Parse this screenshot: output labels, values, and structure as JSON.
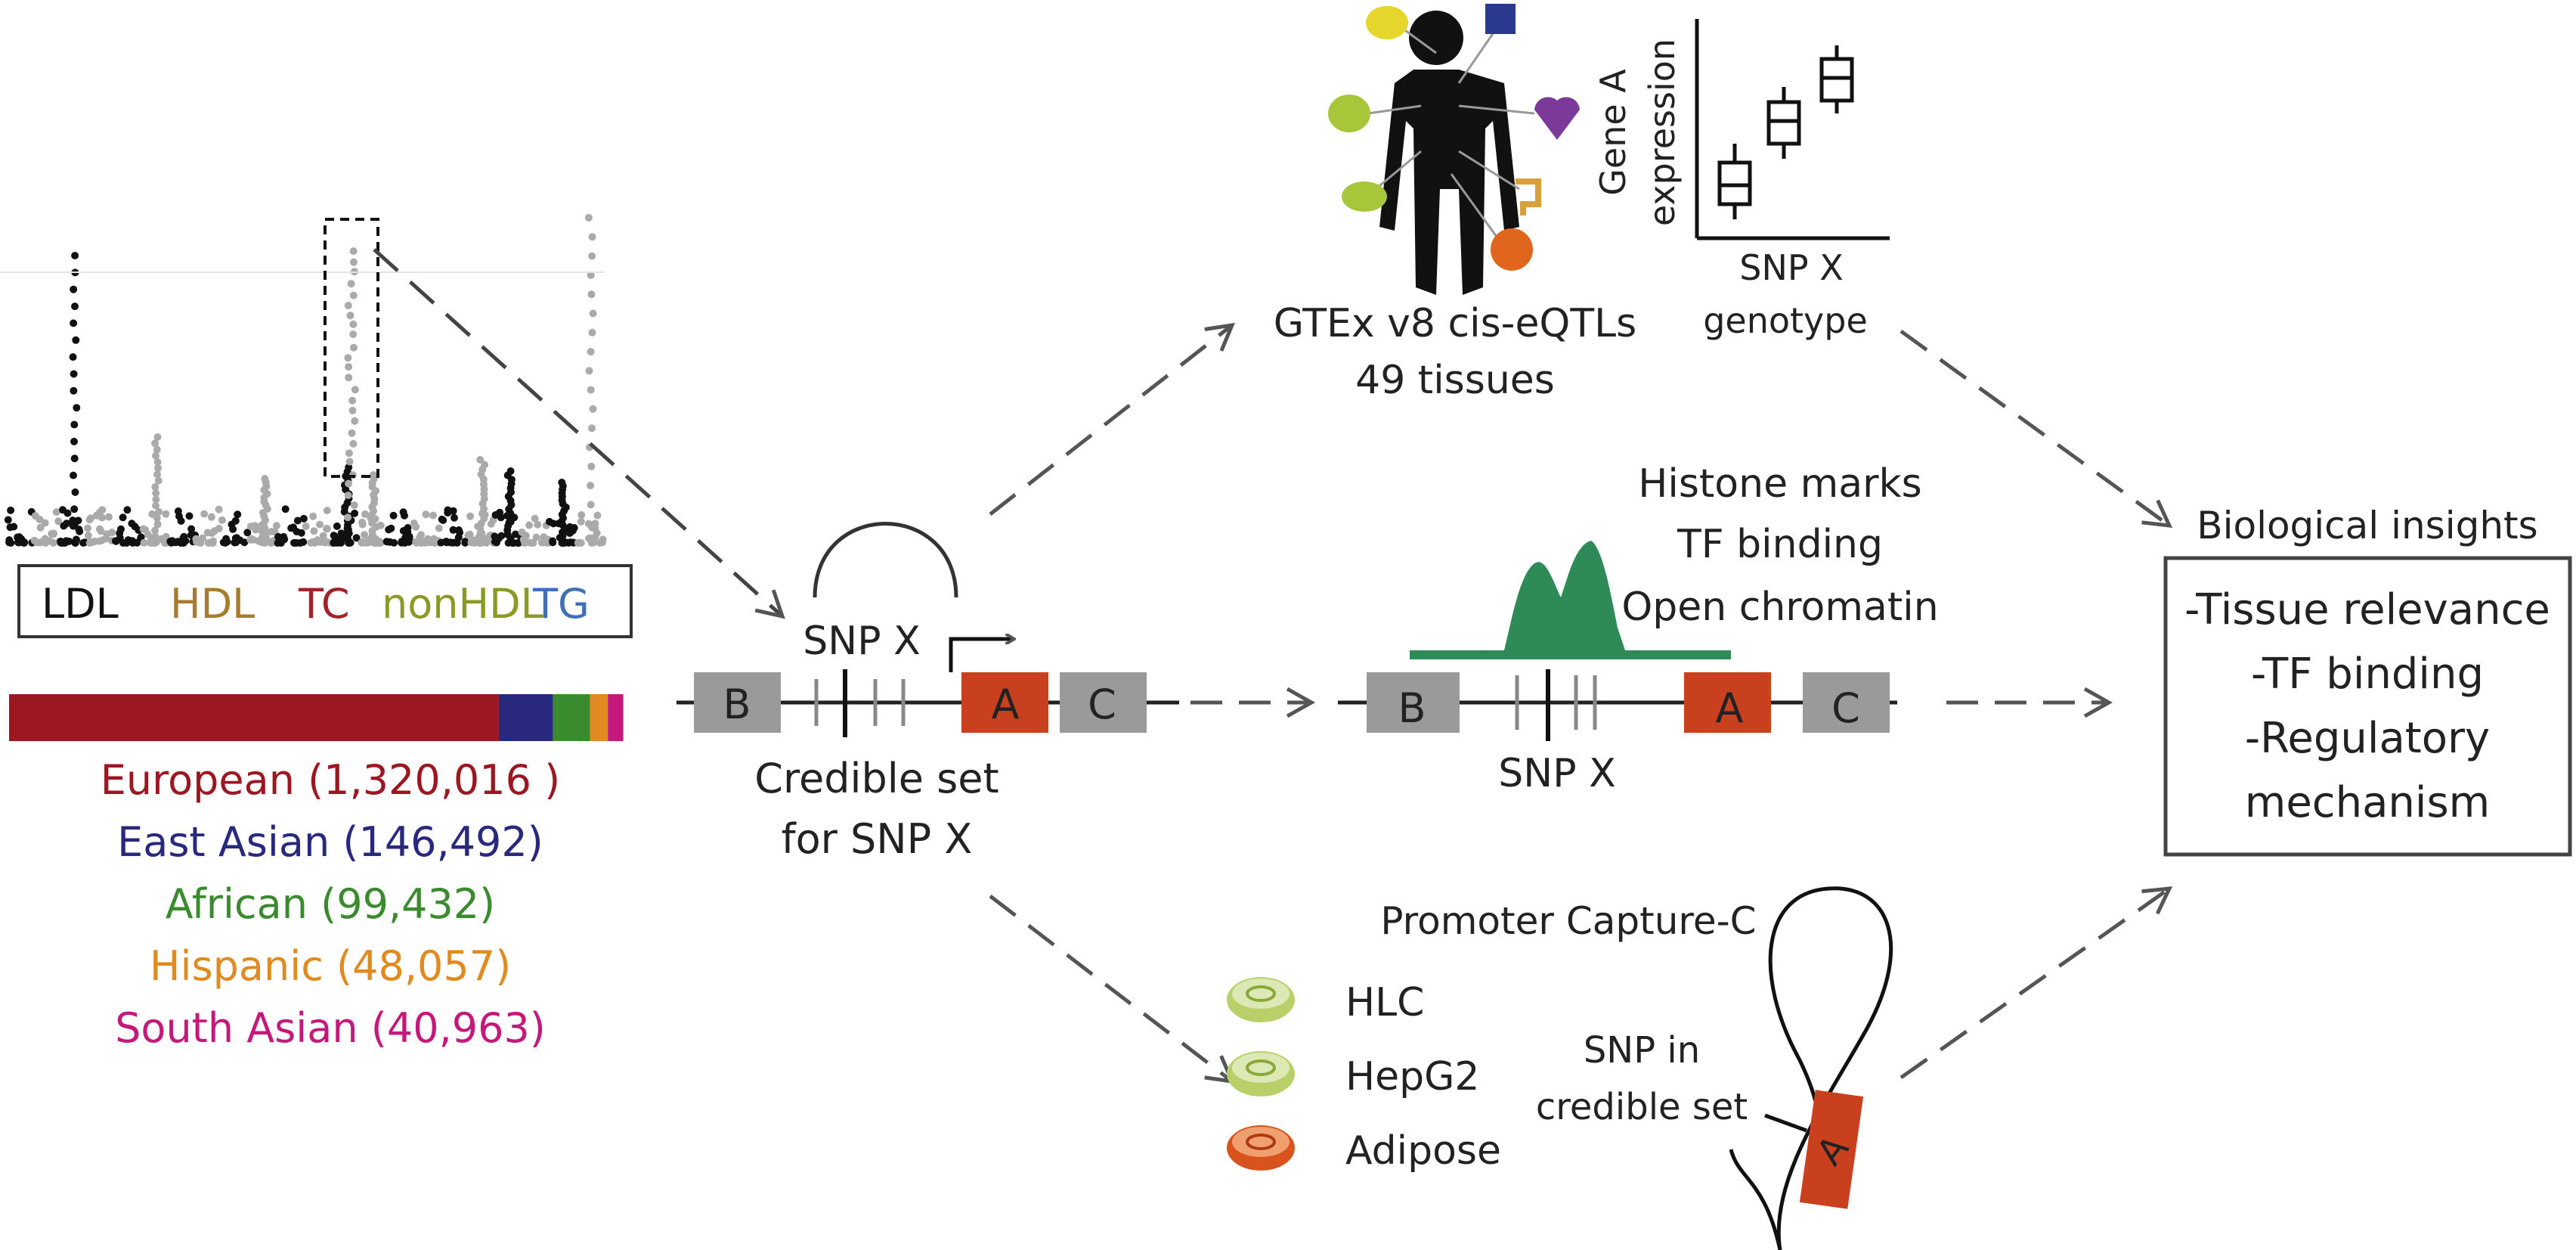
{
  "colors": {
    "european": "#9b1722",
    "east_asian": "#28287e",
    "african": "#3a8a2e",
    "hispanic": "#e08a1f",
    "south_asian": "#c4197a",
    "gene_a": "#c9401e",
    "gene_box": "#9a9a9a",
    "arrow": "#555555",
    "peak": "#2e8b57",
    "ldl": "#111111",
    "hdl": "#a67c2e",
    "tc": "#a3212a",
    "nonhdl": "#8a9a26",
    "tg": "#3f6fb5"
  },
  "legend": {
    "ldl": "LDL",
    "hdl": "HDL",
    "tc": "TC",
    "nonhdl": "nonHDL",
    "tg": "TG"
  },
  "ancestry": {
    "items": [
      {
        "label": "European (1,320,016 )",
        "fraction": 0.795
      },
      {
        "label": "East Asian (146,492)",
        "fraction": 0.088
      },
      {
        "label": "African (99,432)",
        "fraction": 0.06
      },
      {
        "label": "Hispanic (48,057)",
        "fraction": 0.029
      },
      {
        "label": "South Asian (40,963)",
        "fraction": 0.025
      }
    ]
  },
  "locus_left": {
    "snp_label": "SNP X",
    "gene_b": "B",
    "gene_a": "A",
    "gene_c": "C",
    "credible_line1": "Credible set",
    "credible_line2": "for SNP X"
  },
  "locus_mid": {
    "gene_b": "B",
    "gene_a": "A",
    "gene_c": "C",
    "snp_label": "SNP X"
  },
  "gtex": {
    "line1": "GTEx v8 cis-eQTLs",
    "line2": "49 tissues"
  },
  "eqtl_plot": {
    "ylabel_line1": "Gene A",
    "ylabel_line2": "expression",
    "xlabel_line1": "SNP X",
    "xlabel_line2": "genotype"
  },
  "chromatin": {
    "line1": "Histone marks",
    "line2": "TF binding",
    "line3": "Open chromatin"
  },
  "capture_c": {
    "title": "Promoter Capture-C",
    "cells": [
      "HLC",
      "HepG2",
      "Adipose"
    ],
    "snp_line1": "SNP in",
    "snp_line2": "credible set",
    "gene": "A"
  },
  "insights": {
    "title": "Biological insights",
    "line1": "-Tissue relevance",
    "line2": "-TF binding",
    "line3": "-Regulatory",
    "line4": "mechanism"
  }
}
